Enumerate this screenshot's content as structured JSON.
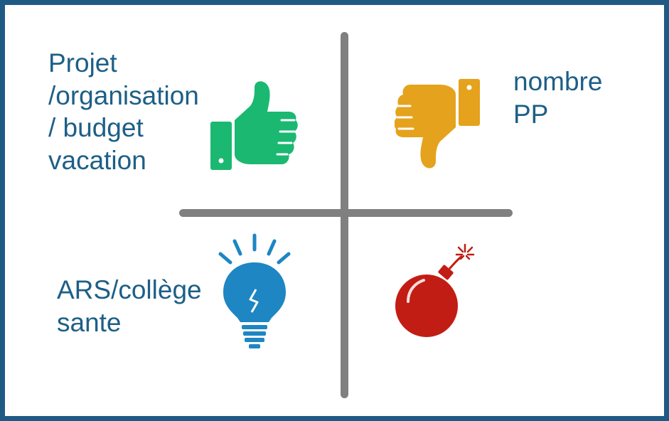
{
  "quadrants": {
    "top_left": {
      "icon": "thumbs-up-icon",
      "icon_color": "#1bb871",
      "text": "Projet\n/organisation\n/ budget\nvacation"
    },
    "top_right": {
      "icon": "thumbs-down-icon",
      "icon_color": "#e5a21c",
      "text": "nombre\nPP"
    },
    "bottom_left": {
      "icon": "lightbulb-icon",
      "icon_color": "#1e86c2",
      "text": "ARS/collège\nsante"
    },
    "bottom_right": {
      "icon": "bomb-icon",
      "icon_color": "#c21d14",
      "text": ""
    }
  },
  "colors": {
    "frame": "#1f5a85",
    "text": "#1d5f86",
    "axes": "#808080"
  }
}
